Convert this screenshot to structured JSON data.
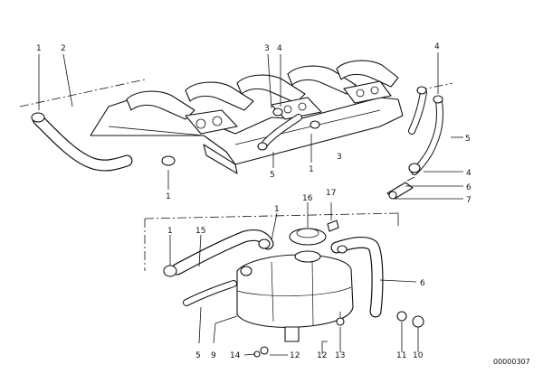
{
  "diagram": {
    "callouts": [
      {
        "id": "c1",
        "text": "1"
      },
      {
        "id": "c2",
        "text": "2"
      },
      {
        "id": "c3",
        "text": "3"
      },
      {
        "id": "c4a",
        "text": "4"
      },
      {
        "id": "c4b",
        "text": "4"
      },
      {
        "id": "c5a",
        "text": "5"
      },
      {
        "id": "c1b",
        "text": "1"
      },
      {
        "id": "c3b",
        "text": "3"
      },
      {
        "id": "c1c",
        "text": "1"
      },
      {
        "id": "c5b",
        "text": "5"
      },
      {
        "id": "c4c",
        "text": "4"
      },
      {
        "id": "c6a",
        "text": "6"
      },
      {
        "id": "c7",
        "text": "7"
      },
      {
        "id": "c16",
        "text": "16"
      },
      {
        "id": "c17",
        "text": "17"
      },
      {
        "id": "c1d",
        "text": "1"
      },
      {
        "id": "c1e",
        "text": "1"
      },
      {
        "id": "c15",
        "text": "15"
      },
      {
        "id": "c6b",
        "text": "6"
      },
      {
        "id": "c5c",
        "text": "5"
      },
      {
        "id": "c9",
        "text": "9"
      },
      {
        "id": "c14",
        "text": "14"
      },
      {
        "id": "c12a",
        "text": "12"
      },
      {
        "id": "c12b",
        "text": "12"
      },
      {
        "id": "c13",
        "text": "13"
      },
      {
        "id": "c11",
        "text": "11"
      },
      {
        "id": "c10",
        "text": "10"
      }
    ],
    "reference_number": "00000307"
  }
}
